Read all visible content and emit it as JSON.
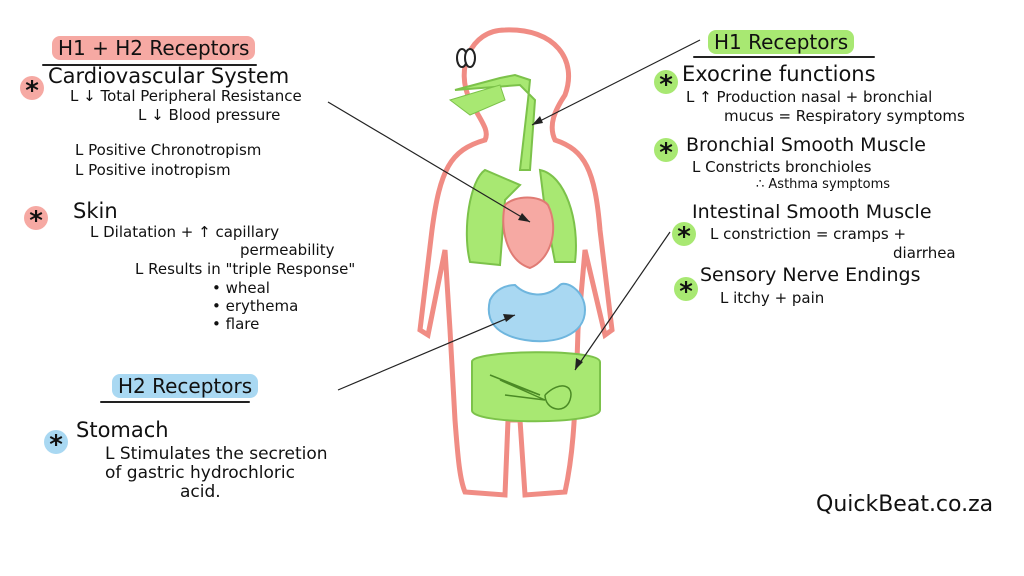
{
  "h1h2": {
    "title": "H1 + H2 Receptors",
    "cardio": "Cardiovascular System",
    "tpr": "L ↓ Total Peripheral Resistance",
    "bp": "L ↓ Blood pressure",
    "chrono": "L Positive Chronotropism",
    "ino": "L Positive inotropism",
    "skin": "Skin",
    "dilatation": "L Dilatation + ↑ capillary",
    "permeability": "permeability",
    "results": "L Results in \"triple Response\"",
    "bullets": [
      "• wheal",
      "• erythema",
      "• flare"
    ]
  },
  "h2": {
    "title": "H2 Receptors",
    "stomach": "Stomach",
    "line1": "L Stimulates the secretion",
    "line2": "of gastric hydrochloric",
    "line3": "acid."
  },
  "h1": {
    "title": "H1 Receptors",
    "exocrine": "Exocrine functions",
    "prod1": "L ↑ Production nasal + bronchial",
    "prod2": "mucus = Respiratory symptoms",
    "bronchial": "Bronchial Smooth Muscle",
    "constricts": "L Constricts bronchioles",
    "asthma": "∴ Asthma symptoms",
    "intestinal": "Intestinal Smooth Muscle",
    "constriction": "L constriction = cramps +",
    "diarrhea": "diarrhea",
    "sensory": "Sensory Nerve Endings",
    "itchy": "L itchy + pain"
  },
  "asterisk": "*",
  "brand": "QuickBeat.co.za",
  "colors": {
    "pink": "#f6a9a3",
    "blue": "#a9d8f2",
    "green": "#a8e872",
    "outline": "#f08c84"
  }
}
